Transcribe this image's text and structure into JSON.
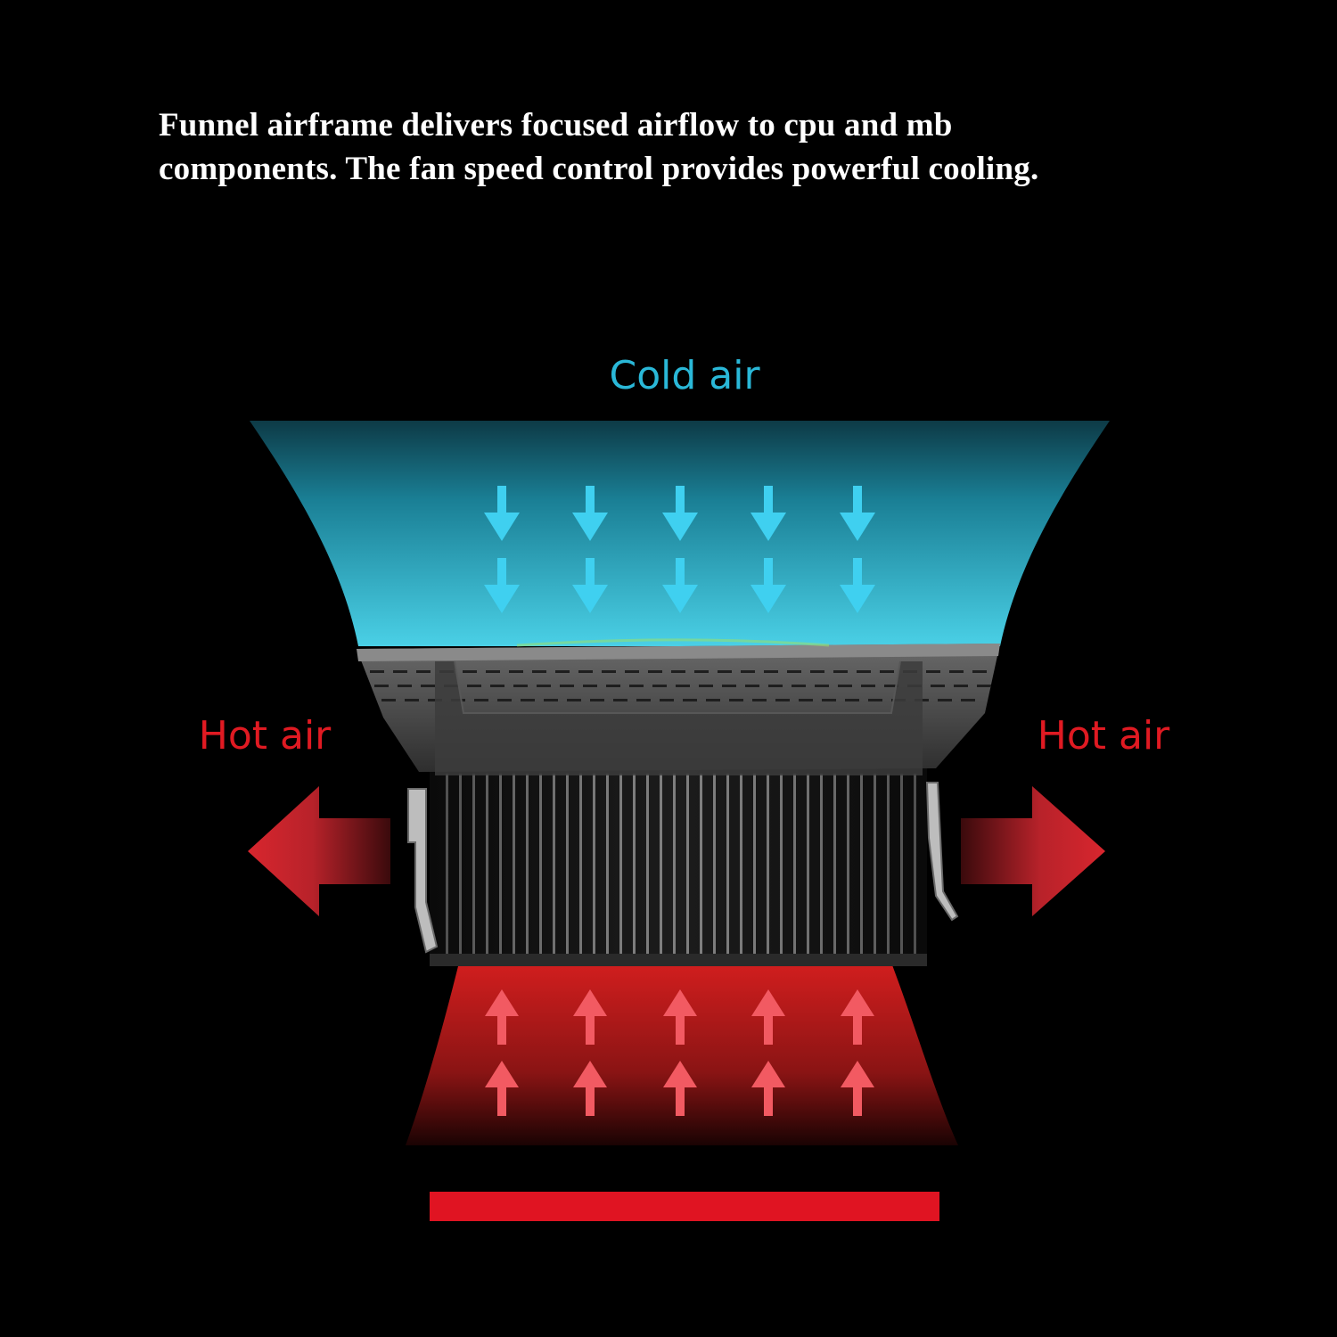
{
  "caption": {
    "line1": "Funnel airframe delivers focused airflow to cpu and mb",
    "line2": "components. The fan speed control provides powerful cooling."
  },
  "labels": {
    "cold_air": "Cold air",
    "hot_air_left": "Hot air",
    "hot_air_right": "Hot air"
  },
  "colors": {
    "background": "#000000",
    "cold": "#2ab8d8",
    "cold_arrow": "#3fd0f0",
    "hot": "#e01a22",
    "hot_arrow": "#f25a62",
    "cooler_body": "#3a3a3a",
    "heatsink_fin": "#8a8a8a"
  },
  "icons": {
    "cold_arrows": "arrow-down-icon",
    "hot_arrows": "arrow-up-icon",
    "exhaust_left": "arrow-left-icon",
    "exhaust_right": "arrow-right-icon"
  }
}
